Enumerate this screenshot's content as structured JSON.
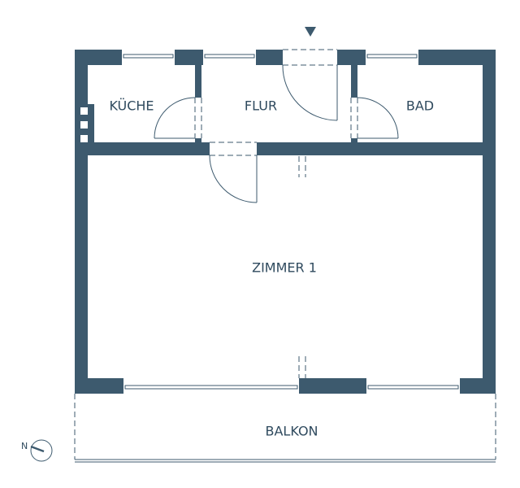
{
  "rooms": {
    "kitchen": "KÜCHE",
    "hallway": "FLUR",
    "bathroom": "BAD",
    "room1": "ZIMMER 1",
    "balcony": "BALKON"
  },
  "compass": {
    "north_label": "N"
  },
  "colors": {
    "wall": "#3d5a6e"
  }
}
